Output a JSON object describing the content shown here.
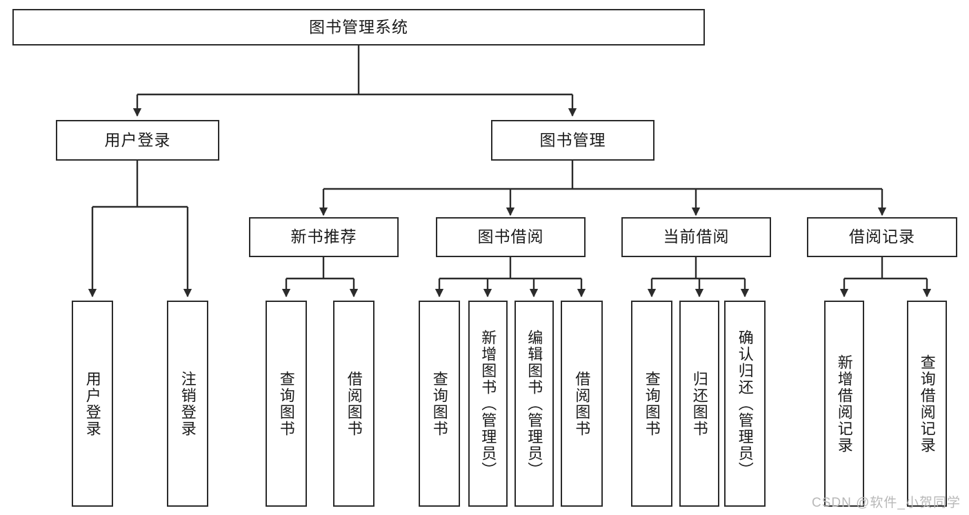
{
  "diagram": {
    "title": "图书管理系统",
    "type": "tree-hierarchy-diagram",
    "colors": {
      "box_border": "#2b2b2b",
      "box_fill": "#ffffff",
      "line": "#2b2b2b",
      "text": "#1a1a1a",
      "watermark": "#b8b8b8",
      "background": "#ffffff"
    },
    "root": {
      "label": "图书管理系统"
    },
    "level2": [
      {
        "label": "用户登录"
      },
      {
        "label": "图书管理"
      }
    ],
    "level3": [
      {
        "label": "新书推荐"
      },
      {
        "label": "图书借阅"
      },
      {
        "label": "当前借阅"
      },
      {
        "label": "借阅记录"
      }
    ],
    "leaves": {
      "user_login": [
        {
          "label": "用户登录"
        },
        {
          "label": "注销登录"
        }
      ],
      "new_book_recommend": [
        {
          "label": "查询图书"
        },
        {
          "label": "借阅图书"
        }
      ],
      "book_borrow": [
        {
          "label": "查询图书"
        },
        {
          "label": "新增图书（管理员）"
        },
        {
          "label": "编辑图书（管理员）"
        },
        {
          "label": "借阅图书"
        }
      ],
      "current_borrow": [
        {
          "label": "查询图书"
        },
        {
          "label": "归还图书"
        },
        {
          "label": "确认归还（管理员）"
        }
      ],
      "borrow_record": [
        {
          "label": "新增借阅记录"
        },
        {
          "label": "查询借阅记录"
        }
      ]
    }
  },
  "watermark": {
    "text": "CSDN @软件_小贺同学"
  }
}
